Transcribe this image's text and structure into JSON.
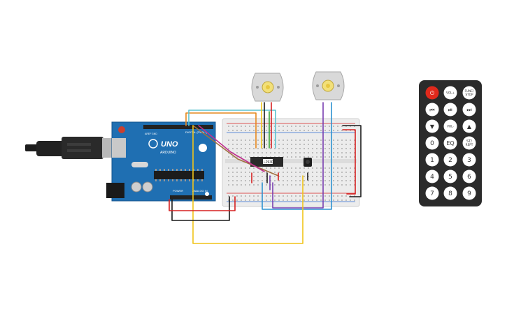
{
  "arduino": {
    "logo": "UNO",
    "brand": "ARDUINO",
    "digital_label": "DIGITAL (PWM~)",
    "power_label": "POWER",
    "analog_label": "ANALOG IN",
    "aref_label": "AREF",
    "gnd_label": "GND"
  },
  "driver_chip": {
    "label": "L293D"
  },
  "remote": {
    "buttons": [
      {
        "label": "⏻",
        "kind": "power"
      },
      {
        "label": "VOL+"
      },
      {
        "label": "FUNC/ STOP"
      },
      {
        "label": "⏮"
      },
      {
        "label": "⏯"
      },
      {
        "label": "⏭"
      },
      {
        "label": "▼"
      },
      {
        "label": "VOL-"
      },
      {
        "label": "▲"
      },
      {
        "label": "0"
      },
      {
        "label": "EQ"
      },
      {
        "label": "ST/ REPT"
      },
      {
        "label": "1"
      },
      {
        "label": "2"
      },
      {
        "label": "3"
      },
      {
        "label": "4"
      },
      {
        "label": "5"
      },
      {
        "label": "6"
      },
      {
        "label": "7"
      },
      {
        "label": "8"
      },
      {
        "label": "9"
      }
    ]
  },
  "colors": {
    "arduino_board": "#1f6fb2",
    "remote_body": "#2b2b2b",
    "power_button": "#e0291c",
    "wire_orange": "#e6891e",
    "wire_yellow": "#f0c419",
    "wire_black": "#1a1a1a",
    "wire_red": "#d62020",
    "wire_purple": "#7a3fb0",
    "wire_blue": "#2f93d1",
    "wire_teal": "#5bc2cf",
    "wire_green": "#3aa83a",
    "wire_magenta": "#c0308f",
    "wire_brown": "#a07040"
  }
}
